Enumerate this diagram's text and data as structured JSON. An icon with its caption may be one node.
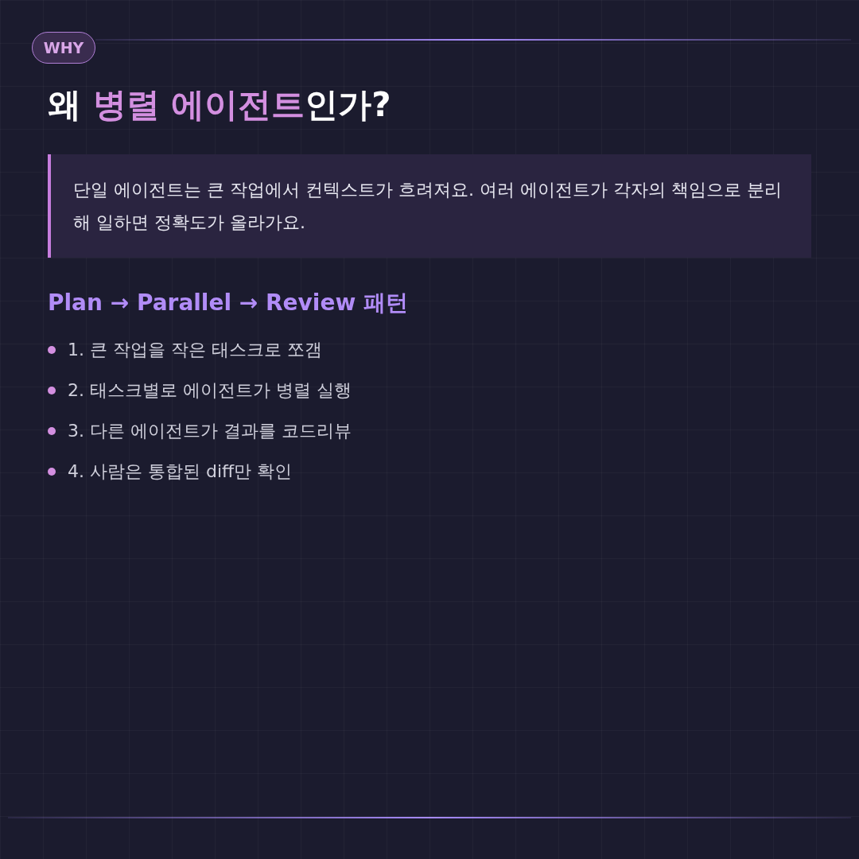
{
  "diagram": {
    "title": "왜 **병렬 에이전트**인가?",
    "nodes": [
      {
        "text": [
          "WHY"
        ]
      },
      {
        "text": [
          "단일 에이전트는 큰 작업에서 컨텍스트가 흐려져요. 여러 에이전트가 각자의 책임으로 분리해 일하면 정확도가 올라가요."
        ]
      }
    ],
    "labels": [
      "Plan → Parallel → Review 패턴",
      "1. 큰 작업을 작은 태스크로 쪼갬",
      "2. 태스크별로 에이전트가 병렬 실행",
      "3. 다른 에이전트가 결과를 코드리뷰",
      "4. 사람은 통합된 diff만 확인"
    ]
  }
}
